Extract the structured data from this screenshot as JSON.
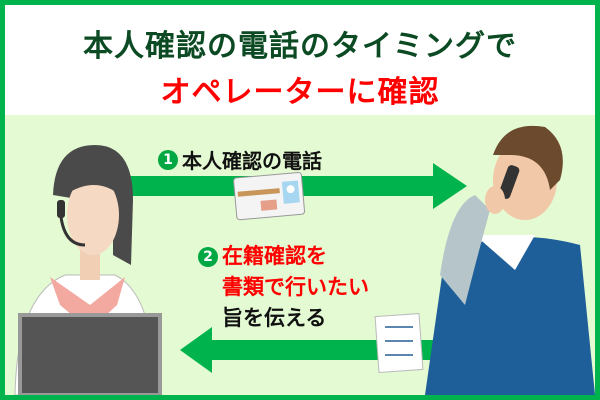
{
  "title": {
    "line1": "本人確認の電話のタイミングで",
    "line2": "オペレーターに確認"
  },
  "step1": {
    "number": "1",
    "label": "本人確認の電話"
  },
  "step2": {
    "number": "2",
    "line1": "在籍確認を",
    "line2": "書類で行いたい",
    "line3": "旨を伝える"
  },
  "colors": {
    "border": "#00b34c",
    "title": "#0b4a22",
    "accent": "#ff0000",
    "background": "#e3fad2"
  }
}
